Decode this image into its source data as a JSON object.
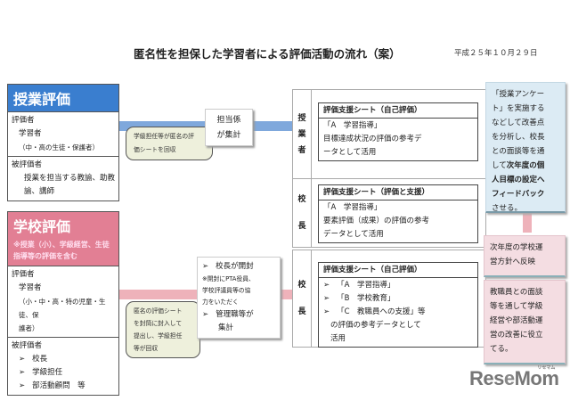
{
  "header": {
    "title": "匿名性を担保した学習者による評価活動の流れ（案）",
    "date": "平成２５年１０月２９日"
  },
  "lesson_eval": {
    "title": "授業評価",
    "evaluator_label": "評価者",
    "evaluator": "学習者",
    "evaluator_note": "（中・高の生徒・保護者）",
    "evaluatee_label": "被評価者",
    "evaluatee_line1": "授業を担当する教諭、助教",
    "evaluatee_line2": "諭、講師",
    "note": [
      "学級担任等が匿名の評",
      "価シートを回収"
    ],
    "count_box": [
      "担当係",
      "が集計"
    ]
  },
  "school_eval": {
    "title": "学校評価",
    "sub_line1": "※授業（小）、学級経営、生徒",
    "sub_line2": "指導等の評価を含む",
    "evaluator_label": "評価者",
    "evaluator": "学習者",
    "evaluator_note1": "（小・中・高・特の児童・生徒、保",
    "evaluator_note2": "護者）",
    "evaluatee_label": "被評価者",
    "evaluatees": [
      "校長",
      "学級担任",
      "部活動顧問　等"
    ],
    "note": [
      "匿名の評価シート",
      "を封筒に封入して",
      "提出し、学級担任",
      "等が回収"
    ],
    "count_box": {
      "item1": "校長が開封",
      "item1_note": [
        "※開封にPTA役員、",
        "学校評議員等の協",
        "力をいただく"
      ],
      "item2_a": "管理職等が",
      "item2_b": "集計"
    }
  },
  "frames": {
    "teacher": {
      "label": [
        "授",
        "業",
        "者"
      ],
      "sheet_title": "評価支援シート（自己評価）",
      "lines": [
        "「A　学習指導」",
        "目標達成状況の評価の参考デ",
        "ータとして活用"
      ]
    },
    "principal1": {
      "label": [
        "校",
        "長"
      ],
      "sheet_title": "評価支援シート（評価と支援）",
      "lines": [
        "「A　学習指導」",
        "要素評価（成果）の評価の参考",
        "データとして活用"
      ]
    },
    "principal2": {
      "label": [
        "校",
        "長"
      ],
      "sheet_title": "評価支援シート（自己評価）",
      "bullets": [
        "「A　学習指導」",
        "「B　学校教育」",
        "「C　教職員への支援」等"
      ],
      "lines": [
        "の評価の参考データとして",
        "活用"
      ]
    }
  },
  "right": {
    "feedback": [
      "「授業アンケー",
      "ト」を実施する",
      "などして改善点",
      "を分析し、校長",
      "との面談等を通"
    ],
    "feedback_bold_prefix": "して",
    "feedback_bold": [
      "次年度の個",
      "人目標の設定へ",
      "フィードバック"
    ],
    "feedback_end": "させる。",
    "policy": [
      "次年度の学校運",
      "営方針へ反映"
    ],
    "improve": [
      "教職員との面談",
      "等を通して学級",
      "経営や部活動運",
      "営の改善に役立",
      "てる。"
    ]
  },
  "logo": {
    "text_a": "Res",
    "text_e": "e",
    "text_b": "Mom",
    "ruby": "リセマム"
  }
}
